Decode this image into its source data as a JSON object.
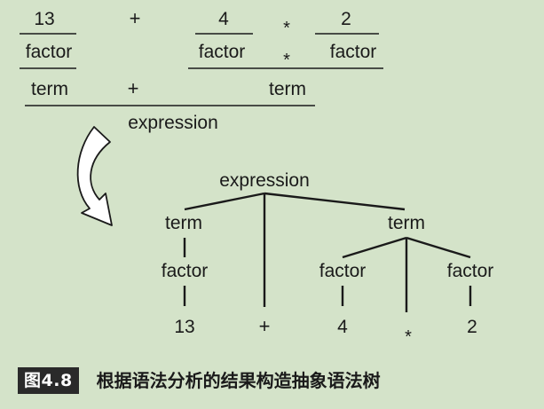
{
  "parse": {
    "num13": "13",
    "plus": "+",
    "num4": "4",
    "times": "*",
    "num2": "2",
    "factor": "factor",
    "term": "term",
    "expression": "expression"
  },
  "tree": {
    "root": "expression",
    "term": "term",
    "factor": "factor",
    "num13": "13",
    "plus": "+",
    "num4": "4",
    "times": "*",
    "num2": "2"
  },
  "caption": {
    "tag": "图4.8",
    "title": "根据语法分析的结果构造抽象语法树"
  }
}
